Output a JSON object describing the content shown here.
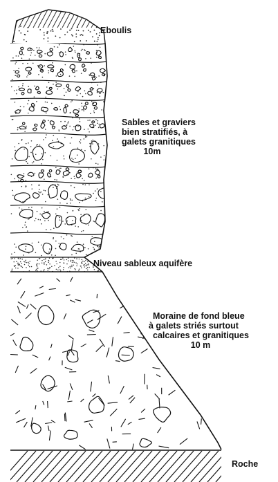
{
  "labels": {
    "eboulis": "Eboulis",
    "sables": [
      "Sables et graviers",
      "bien stratifiés, à",
      "galets granitiques",
      "10m"
    ],
    "niveau": "Niveau sableux aquifère",
    "moraine": [
      "Moraine de fond bleue",
      "à galets striés surtout",
      "calcaires et granitiques",
      "10 m"
    ],
    "roche": "Roche"
  }
}
